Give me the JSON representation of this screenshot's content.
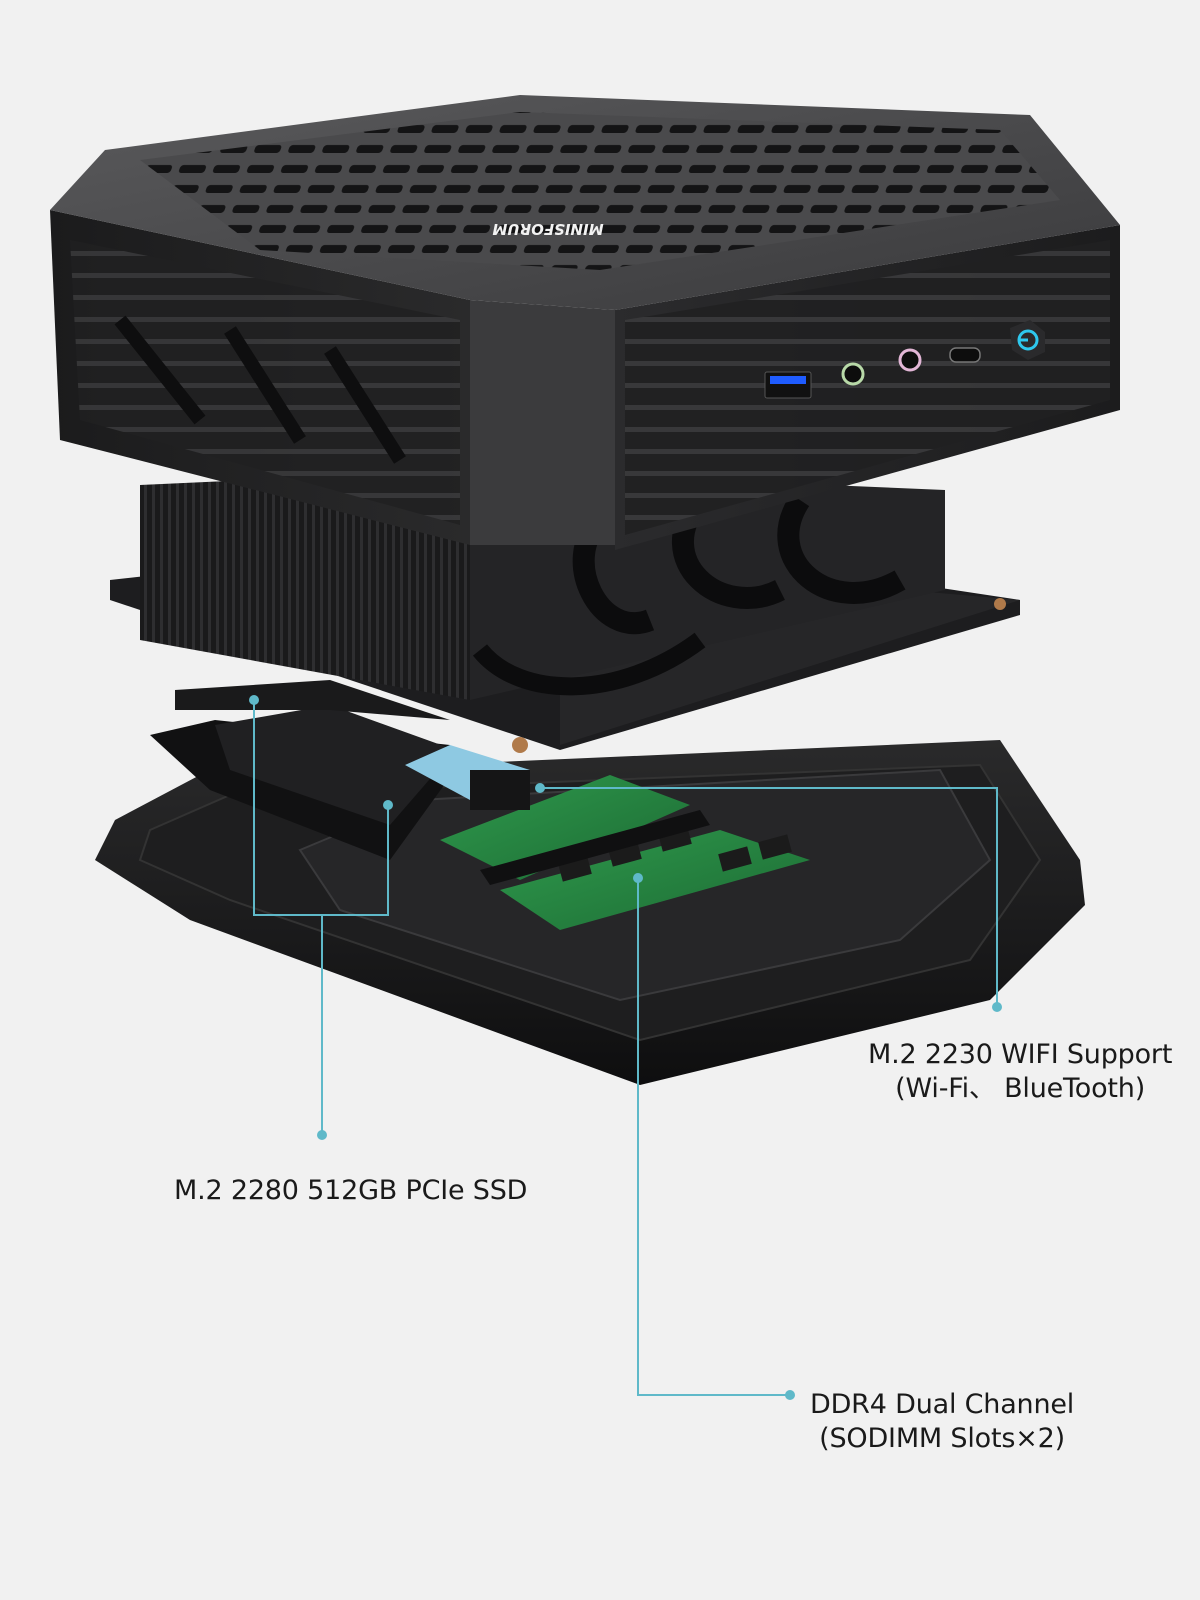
{
  "product": {
    "brand_mark": "MINISFORUM",
    "accent_color": "#5fb9c9",
    "power_button_color": "#2ec8ee",
    "usb_port_color": "#1f5cff",
    "front_ports": [
      "usb-a",
      "audio-jack-green",
      "audio-jack-pink",
      "usb-c",
      "power-button"
    ]
  },
  "callouts": [
    {
      "id": "wifi",
      "line1": "M.2 2230 WIFI Support",
      "line2": "(Wi-Fi、 BlueTooth)"
    },
    {
      "id": "ssd",
      "line1": "M.2 2280 512GB PCIe SSD"
    },
    {
      "id": "ddr",
      "line1": "DDR4 Dual Channel",
      "line2": "(SODIMM Slots×2)"
    }
  ]
}
